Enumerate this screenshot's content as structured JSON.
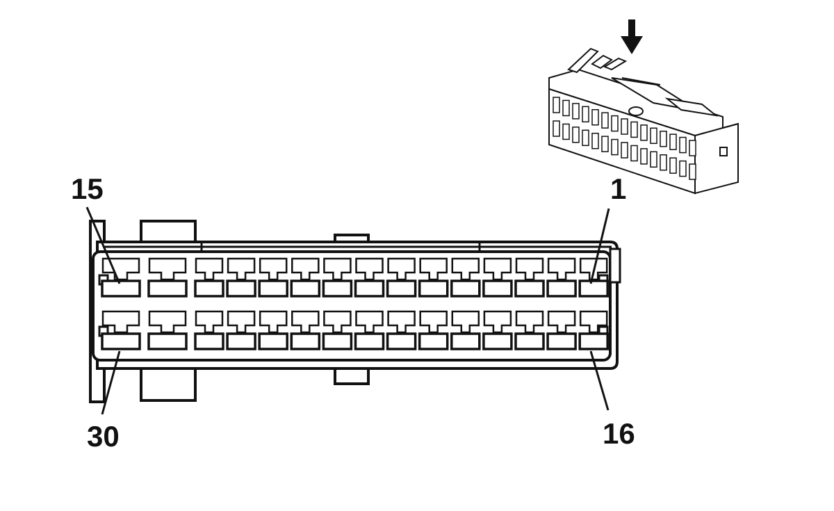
{
  "diagram": {
    "pin_labels": {
      "top_left": "15",
      "top_right": "1",
      "bottom_left": "30",
      "bottom_right": "16"
    },
    "layout": {
      "rows": 2,
      "pins_per_row": 15
    },
    "icons": {
      "arrow": "down-arrow-icon",
      "connector": "connector-perspective-icon"
    },
    "colors": {
      "line": "#111111",
      "background": "#ffffff"
    }
  }
}
